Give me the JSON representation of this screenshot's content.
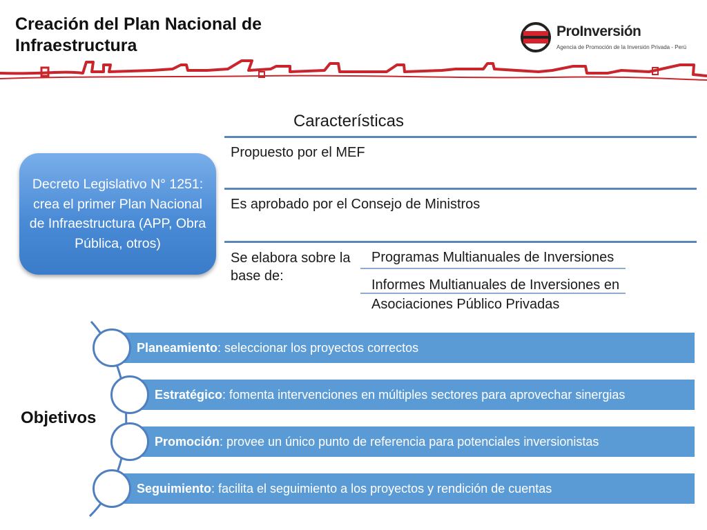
{
  "header": {
    "title": "Creación del Plan Nacional de Infraestructura",
    "logo_name": "ProInversión",
    "logo_tagline": "Agencia de Promoción de la Inversión Privada - Perú"
  },
  "decreto": {
    "text": "Decreto Legislativo N° 1251: crea el primer Plan Nacional de Infraestructura (APP, Obra Pública, otros)"
  },
  "caracteristicas": {
    "title": "Características",
    "rows": [
      "Propuesto por el MEF",
      "Es aprobado por el Consejo de Ministros"
    ],
    "base_label": "Se elabora sobre la base de:",
    "base_items": [
      "Programas Multianuales de Inversiones",
      "Informes Multianuales de Inversiones en Asociaciones Público Privadas"
    ]
  },
  "objetivos": {
    "label": "Objetivos",
    "items": [
      {
        "term": "Planeamiento",
        "desc": ": seleccionar los proyectos correctos"
      },
      {
        "term": "Estratégico",
        "desc": ": fomenta intervenciones en múltiples sectores para aprovechar sinergias"
      },
      {
        "term": "Promoción",
        "desc": ": provee un único punto de referencia para potenciales inversionistas"
      },
      {
        "term": "Seguimiento",
        "desc": ": facilita el seguimiento a los proyectos y rendición de cuentas"
      }
    ]
  },
  "colors": {
    "accent_red": "#c8262c",
    "bar_blue": "#5b9bd5",
    "line_blue": "#5a86b8"
  }
}
